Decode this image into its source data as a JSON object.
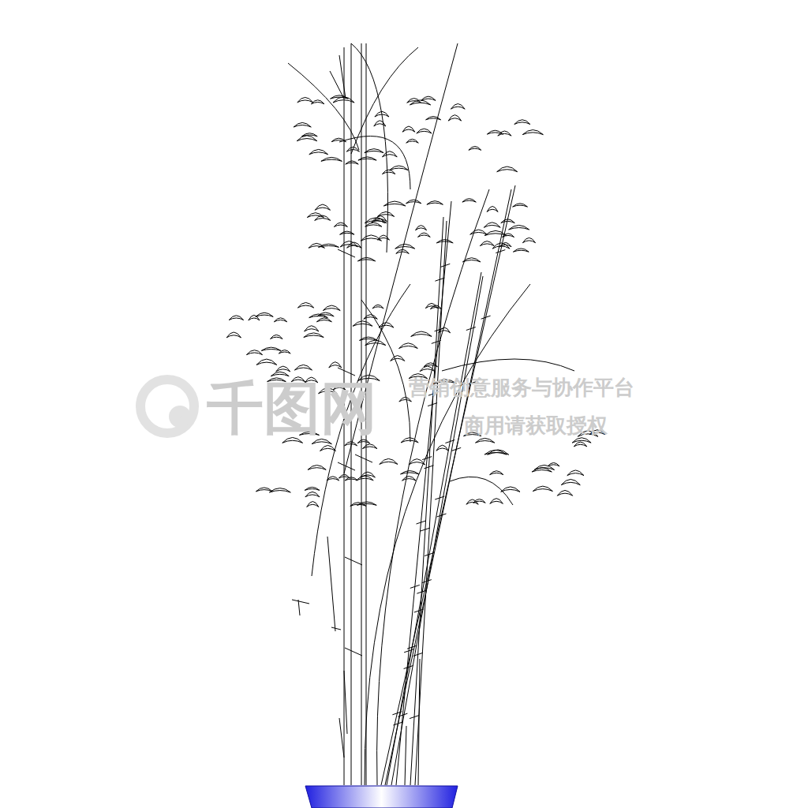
{
  "diagram": {
    "labels": [
      "千图网",
      "营销创意服务与协作平台",
      "商用请获取授权"
    ]
  }
}
